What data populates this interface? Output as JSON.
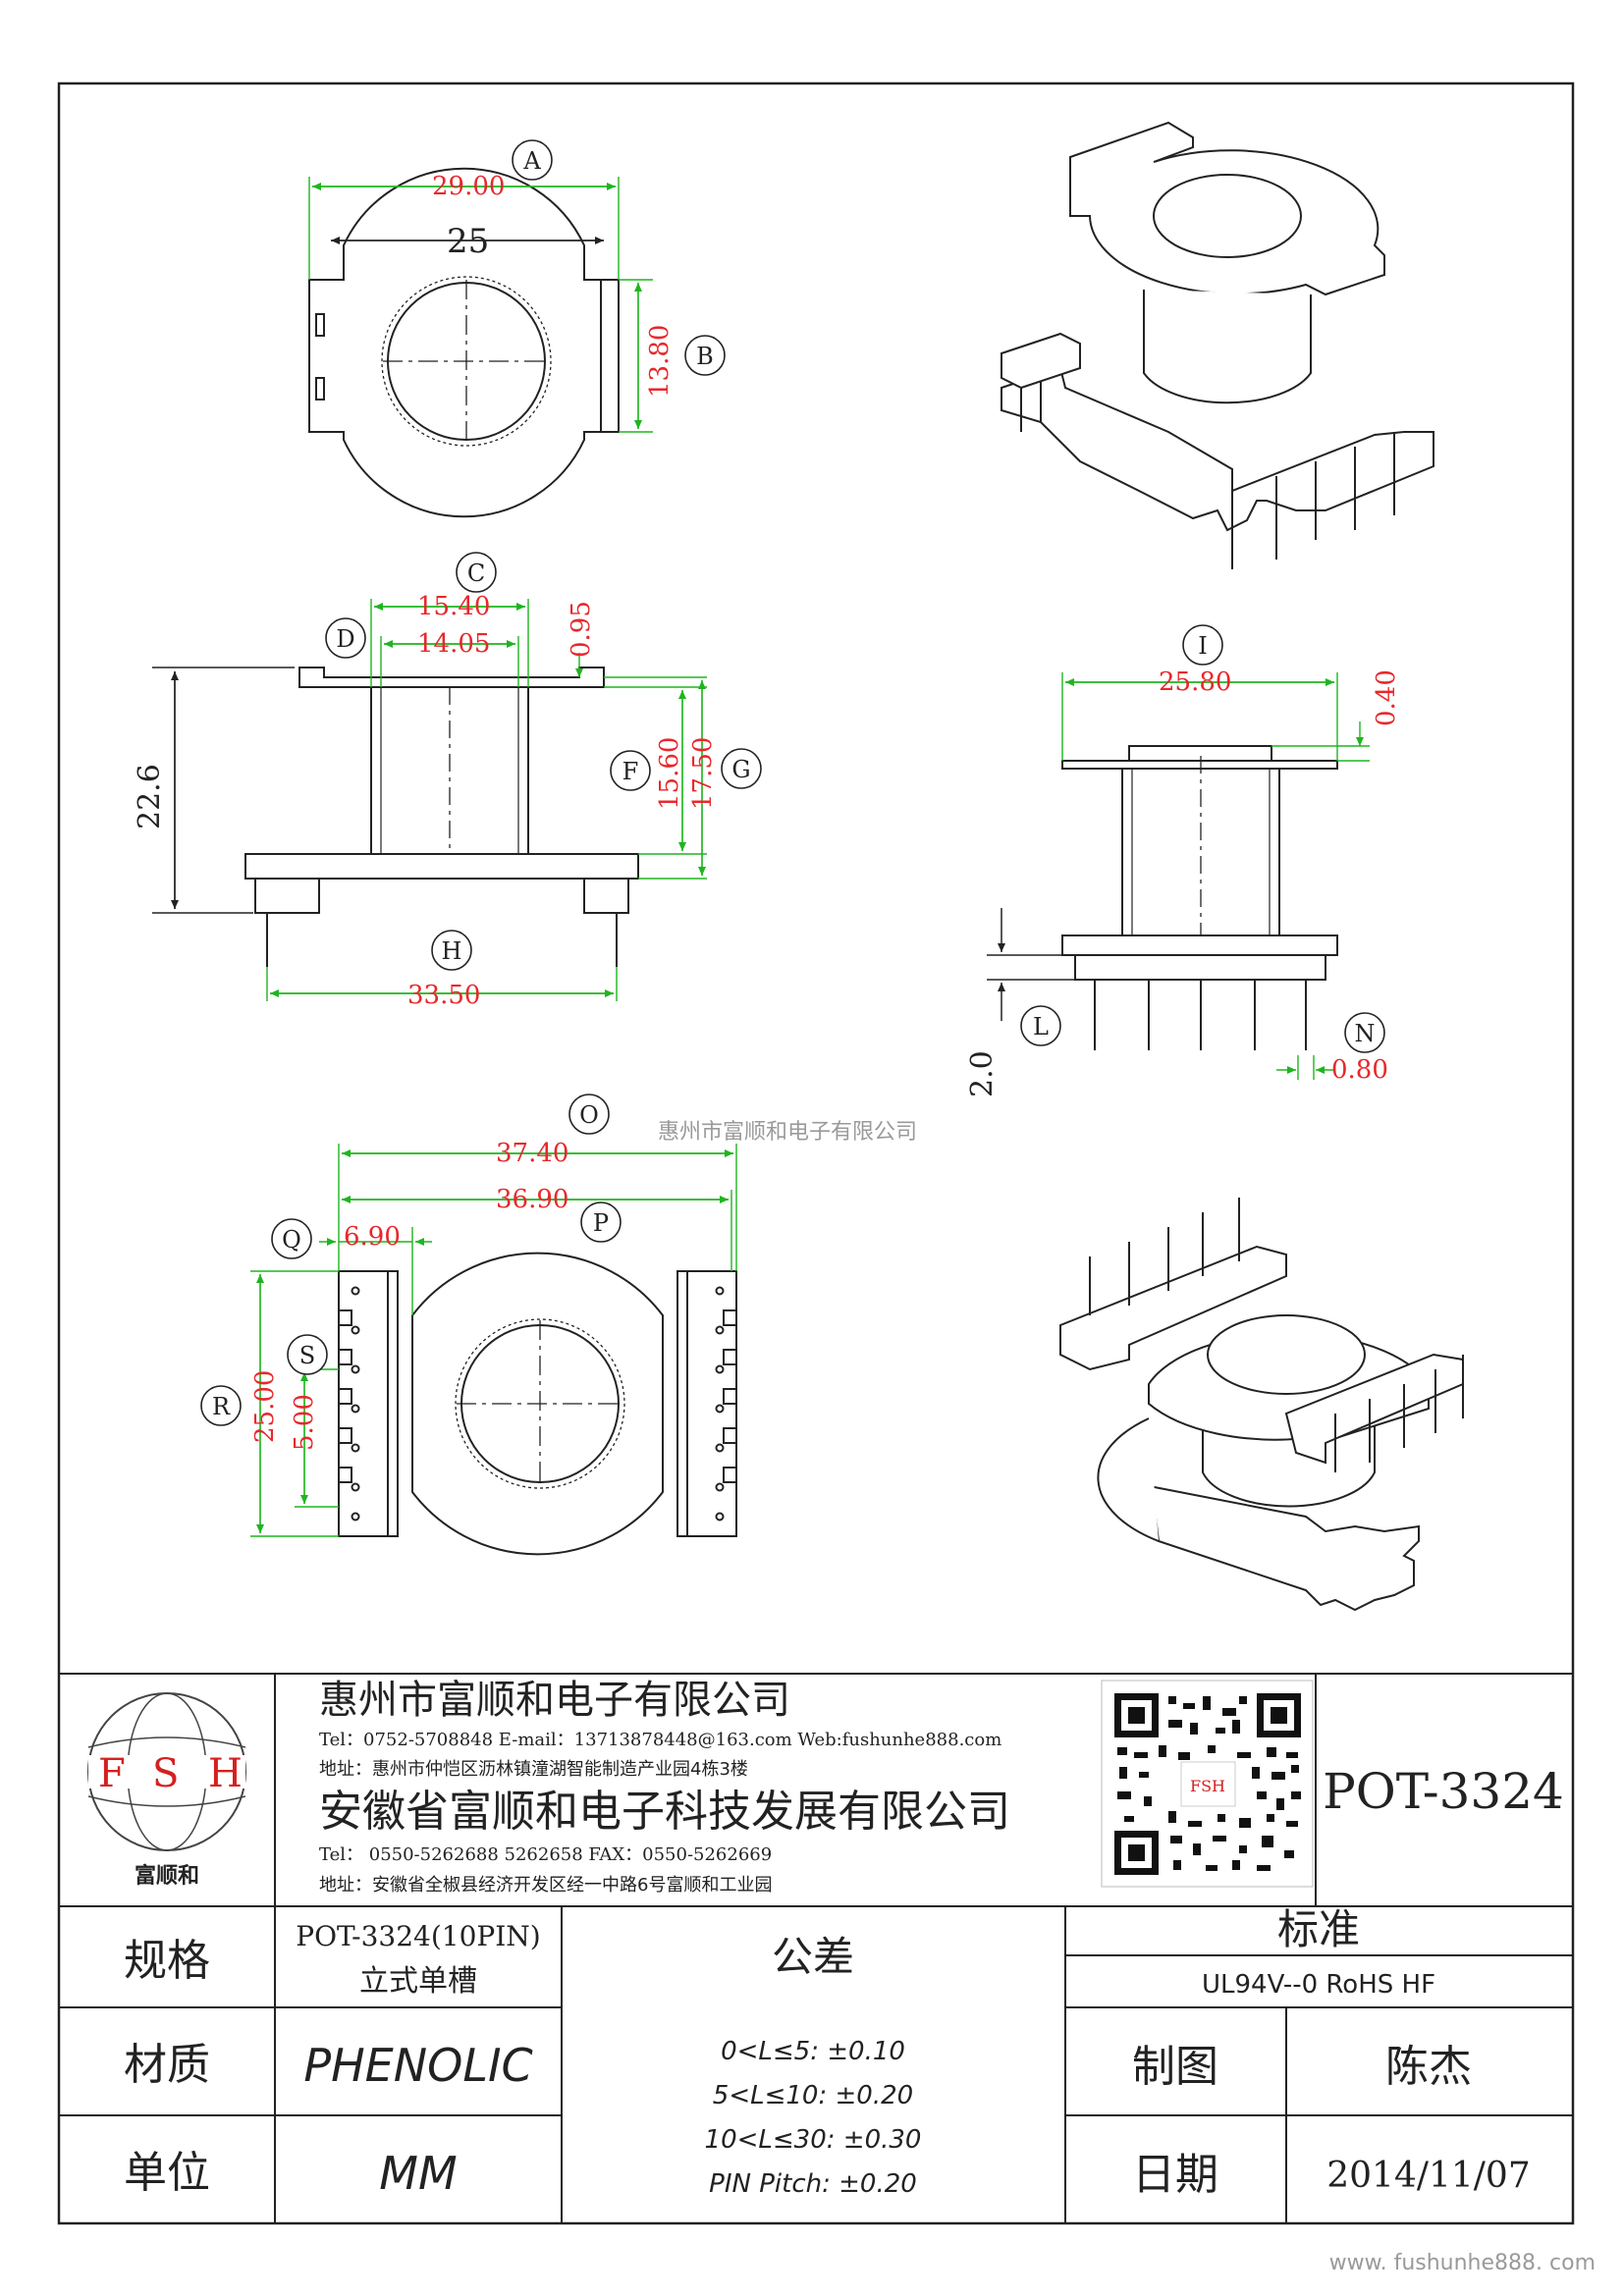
{
  "watermark": "惠州市富顺和电子有限公司",
  "footer_url": "www. fushunhe888. com",
  "colors": {
    "dim": "#1fb51f",
    "dimtext": "#e8282b",
    "line": "#222222",
    "logo_red": "#d42020"
  },
  "dims": {
    "A": "A",
    "A_val": "29.00",
    "inner25": "25",
    "B": "B",
    "B_val": "13.80",
    "C": "C",
    "C_val1": "15.40",
    "C_val2": "14.05",
    "D": "D",
    "D_val": "0.95",
    "height226": "22.6",
    "F": "F",
    "F_val": "15.60",
    "G": "G",
    "G_val": "17.50",
    "H": "H",
    "H_val": "33.50",
    "I": "I",
    "I_val": "25.80",
    "I_val2": "0.40",
    "L": "L",
    "L_val": "2.0",
    "N": "N",
    "N_val": "0.80",
    "O": "O",
    "O_val": "37.40",
    "P": "P",
    "P_val": "36.90",
    "Q": "Q",
    "Q_val": "6.90",
    "R": "R",
    "R_val": "25.00",
    "S": "S",
    "S_val": "5.00"
  },
  "title_block": {
    "logo_letters": [
      "F",
      "S",
      "H"
    ],
    "logo_name": "富顺和",
    "company1": "惠州市富顺和电子有限公司",
    "contact1": "Tel：0752-5708848  E-mail：13713878448@163.com  Web:fushunhe888.com",
    "address1": "地址：惠州市仲恺区沥林镇潼湖智能制造产业园4栋3楼",
    "company2": "安徽省富顺和电子科技发展有限公司",
    "contact2": "Tel：  0550-5262688  5262658        FAX：0550-5262669",
    "address2": "地址：安徽省全椒县经济开发区经一中路6号富顺和工业园",
    "part_no": "POT-3324",
    "qr_caption": "FSH"
  },
  "spec_table": {
    "spec_label": "规格",
    "spec_value1": "POT-3324(10PIN)",
    "spec_value2": "立式单槽",
    "material_label": "材质",
    "material_value": "PHENOLIC",
    "unit_label": "单位",
    "unit_value": "MM",
    "tolerance_label": "公差",
    "tolerances": [
      "0<L≤5: ±0.10",
      "5<L≤10: ±0.20",
      "10<L≤30: ±0.30",
      "PIN Pitch: ±0.20"
    ],
    "standard_label": "标准",
    "standard_value": "UL94V--0  RoHS HF",
    "drawn_label": "制图",
    "drawn_value": "陈杰",
    "date_label": "日期",
    "date_value": "2014/11/07"
  }
}
